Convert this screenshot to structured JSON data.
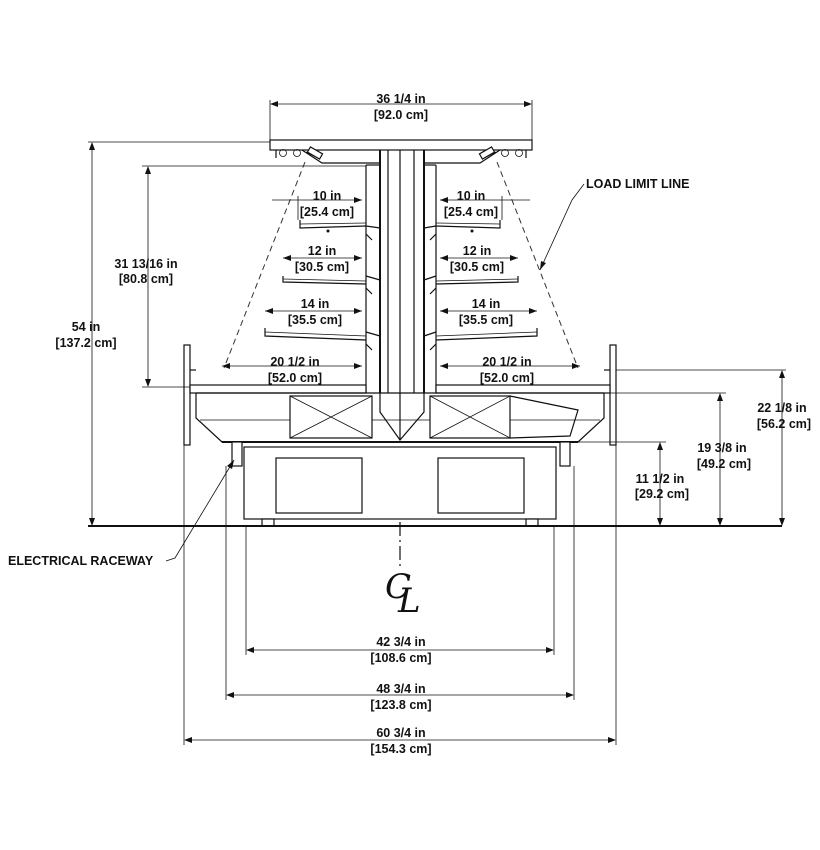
{
  "dimensions": {
    "top_width": {
      "imperial": "36 1/4 in",
      "metric": "[92.0 cm]"
    },
    "overall_height": {
      "imperial": "54 in",
      "metric": "[137.2 cm]"
    },
    "shelf_height": {
      "imperial": "31 13/16 in",
      "metric": "[80.8 cm]"
    },
    "shelf_1": {
      "imperial": "10 in",
      "metric": "[25.4 cm]"
    },
    "shelf_2": {
      "imperial": "12 in",
      "metric": "[30.5 cm]"
    },
    "shelf_3": {
      "imperial": "14 in",
      "metric": "[35.5 cm]"
    },
    "deck": {
      "imperial": "20 1/2 in",
      "metric": "[52.0 cm]"
    },
    "height_22": {
      "imperial": "22 1/8 in",
      "metric": "[56.2 cm]"
    },
    "height_19": {
      "imperial": "19 3/8 in",
      "metric": "[49.2 cm]"
    },
    "height_11": {
      "imperial": "11 1/2 in",
      "metric": "[29.2 cm]"
    },
    "width_42": {
      "imperial": "42 3/4 in",
      "metric": "[108.6 cm]"
    },
    "width_48": {
      "imperial": "48 3/4 in",
      "metric": "[123.8 cm]"
    },
    "width_60": {
      "imperial": "60 3/4 in",
      "metric": "[154.3 cm]"
    }
  },
  "labels": {
    "load_limit": "LOAD LIMIT LINE",
    "raceway": "ELECTRICAL RACEWAY",
    "centerline": "CL"
  }
}
